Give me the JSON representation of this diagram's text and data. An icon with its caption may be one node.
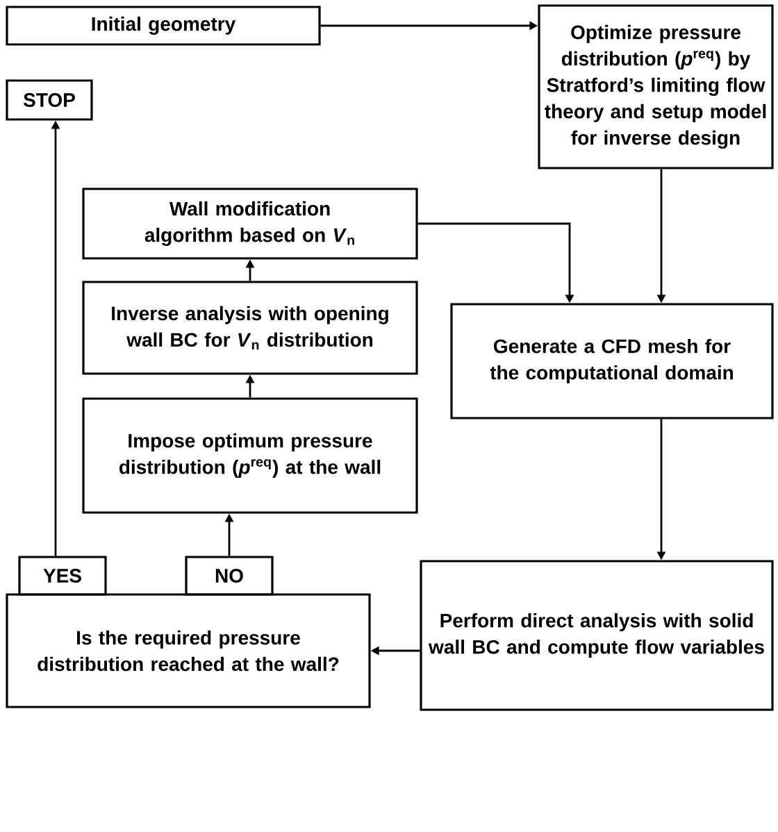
{
  "diagram": {
    "nodes": [
      {
        "text": [
          "Initial geometry"
        ]
      },
      {
        "text": [
          "Optimize pressure distribution (*p*$^{req}$) by Stratford’s limiting flow theory and setup model for inverse design"
        ]
      },
      {
        "text": [
          "STOP"
        ]
      },
      {
        "text": [
          "Wall modification algorithm based on *V*$_{n}$"
        ]
      },
      {
        "text": [
          "Generate a CFD mesh for the computational domain"
        ]
      },
      {
        "text": [
          "Inverse analysis with opening wall BC for *V*$_{n}$ distribution"
        ]
      },
      {
        "text": [
          "Impose optimum pressure distribution (*p*$^{req}$) at the wall"
        ]
      },
      {
        "text": [
          "YES"
        ]
      },
      {
        "text": [
          "NO"
        ]
      },
      {
        "text": [
          "Is the required pressure distribution reached at the wall?"
        ]
      },
      {
        "text": [
          "Perform direct analysis with solid wall BC and compute flow variables"
        ]
      }
    ],
    "edges": [
      {
        "from": 0,
        "to": 1,
        "arrow": "to"
      },
      {
        "from": 1,
        "to": 4,
        "arrow": "to"
      },
      {
        "from": 3,
        "to": 4,
        "arrow": "to"
      },
      {
        "from": 4,
        "to": 10,
        "arrow": "to"
      },
      {
        "from": 10,
        "to": 9,
        "arrow": "to"
      },
      {
        "from": 8,
        "to": 6,
        "arrow": "to"
      },
      {
        "from": 6,
        "to": 5,
        "arrow": "to"
      },
      {
        "from": 5,
        "to": 3,
        "arrow": "to"
      },
      {
        "from": 7,
        "to": 2,
        "arrow": "to"
      }
    ]
  }
}
